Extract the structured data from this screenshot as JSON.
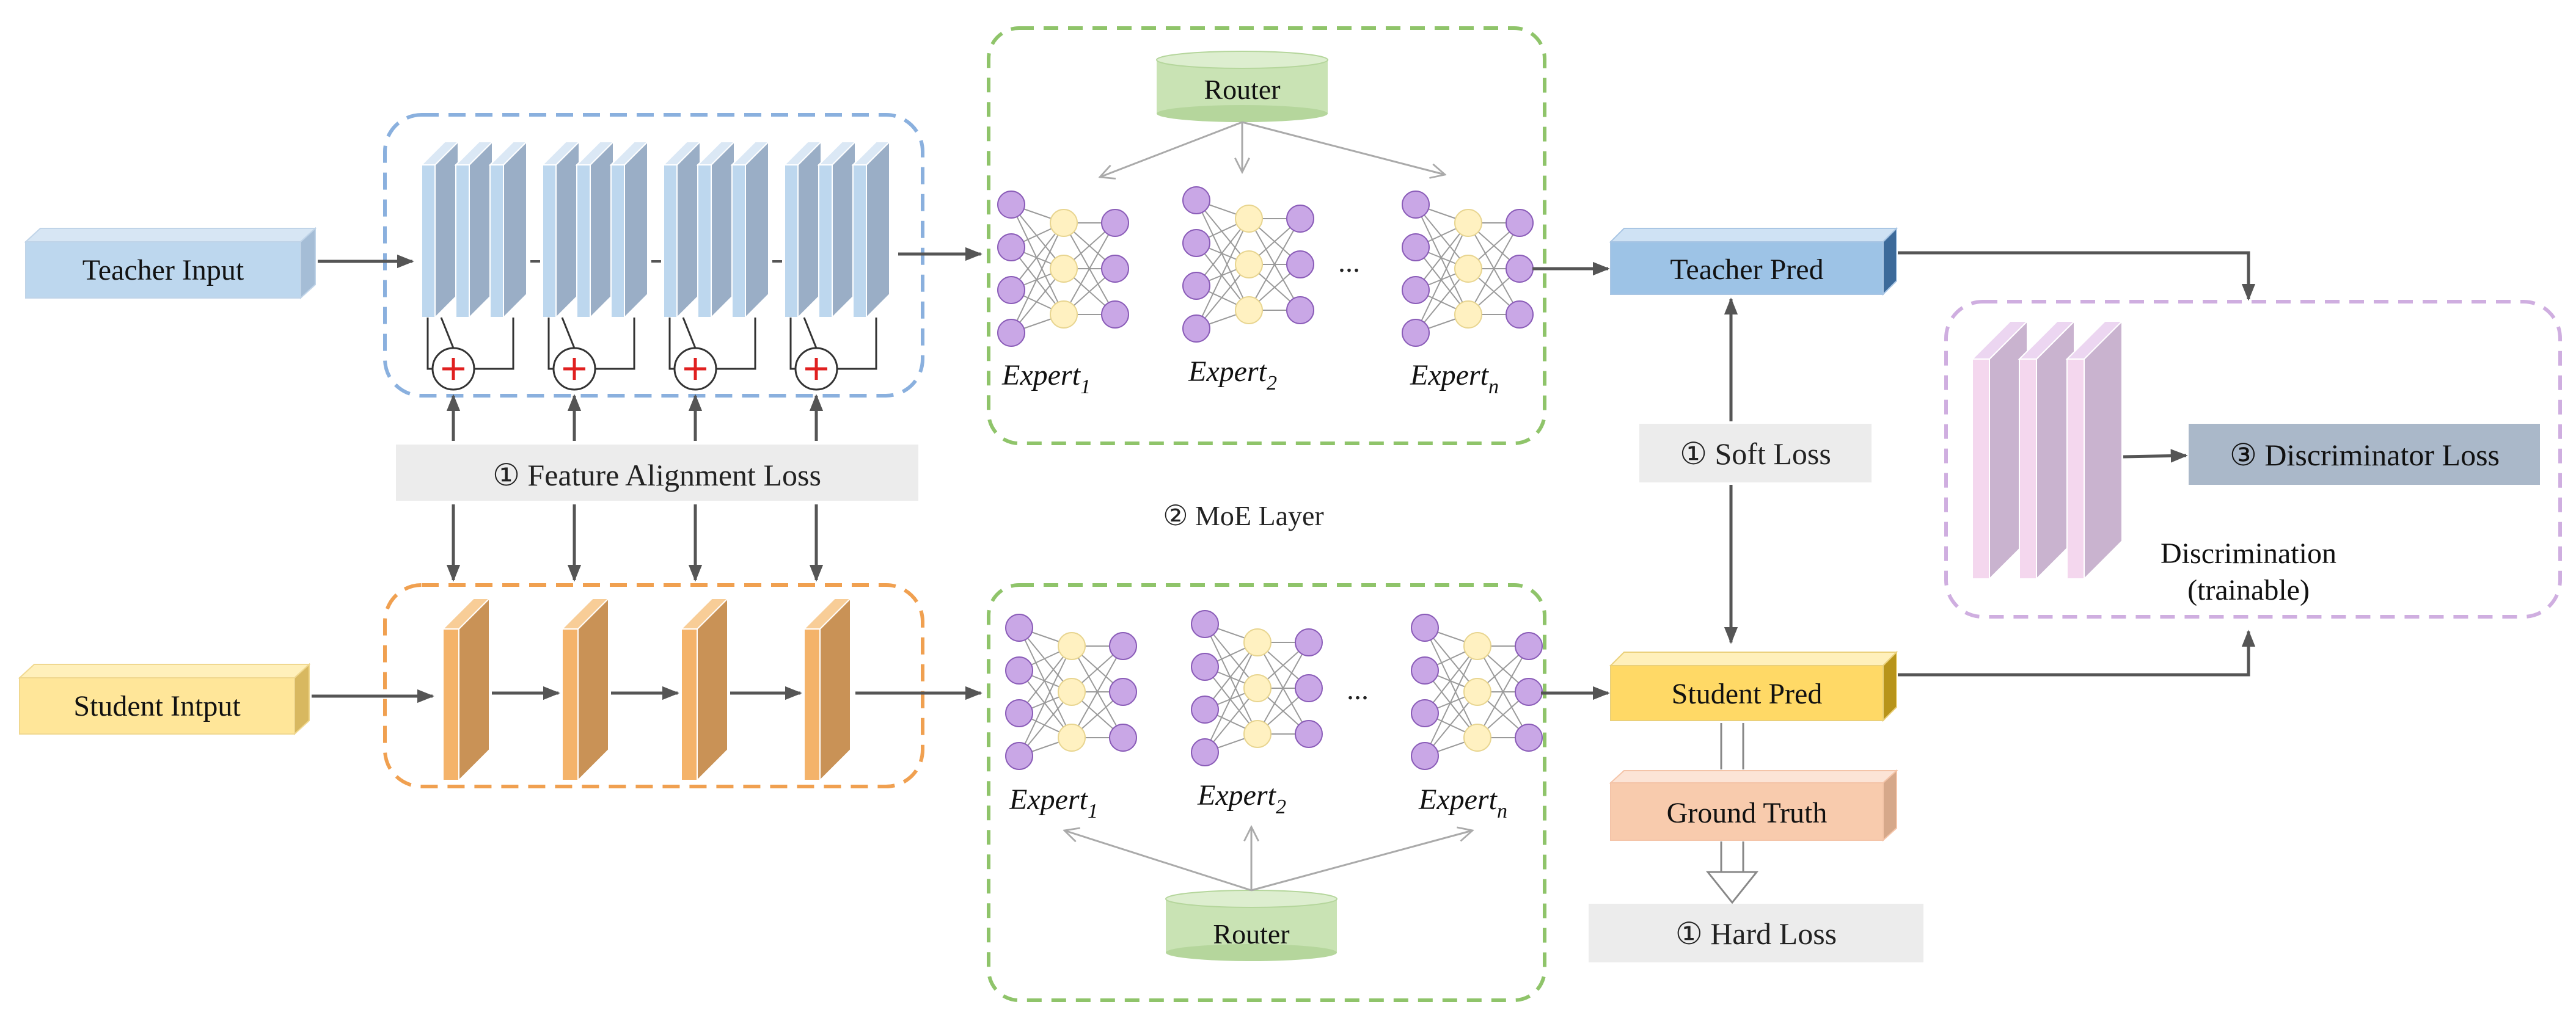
{
  "inputs": {
    "teacher": "Teacher Input",
    "student": "Student Intput"
  },
  "predictions": {
    "teacher": "Teacher Pred",
    "student": "Student Pred",
    "ground_truth": "Ground Truth"
  },
  "losses": {
    "feature_alignment": "① Feature Alignment Loss",
    "soft": "① Soft Loss",
    "hard": "① Hard Loss",
    "discriminator": "③ Discriminator Loss"
  },
  "moe": {
    "label": "② MoE Layer",
    "router_label": "Router",
    "expert_word": "Expert",
    "expert_subscripts": [
      "1",
      "2",
      "n"
    ],
    "ellipsis": "..."
  },
  "discrimination": {
    "line1": "Discrimination",
    "line2": "(trainable)"
  },
  "colors": {
    "teacher_blue": "#9dc3e6",
    "student_yellow": "#ffd966",
    "teacher_block": "#9aaec6",
    "student_block": "#c99256",
    "moe_green": "#8fc46a",
    "router_green": "#c9e3b4",
    "expert_purple": "#c9a7e6",
    "expert_yellow": "#fff1c1",
    "discriminator": "#c9b3cf",
    "ground_truth": "#f8cbad",
    "loss_gray": "#ececec",
    "disc_loss": "#aab8c9"
  }
}
